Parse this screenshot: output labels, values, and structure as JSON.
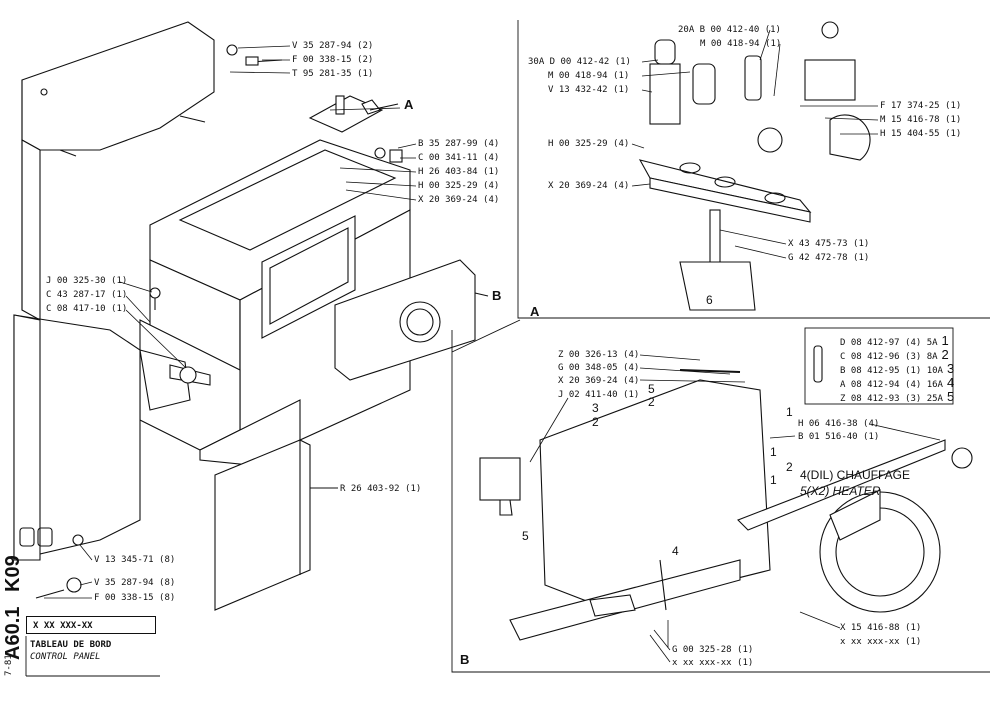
{
  "sheet": {
    "code_top": "K09",
    "code_bottom": "A60.1",
    "date": "7-81",
    "ref": "X XX XXX-XX",
    "title_fr": "TABLEAU DE BORD",
    "title_en": "CONTROL PANEL"
  },
  "main_view": {
    "callouts": [
      "V 35 287-94 (2)",
      "F 00 338-15 (2)",
      "T 95 281-35 (1)",
      "B 35 287-99 (4)",
      "C 00 341-11 (4)",
      "H 26 403-84 (1)",
      "H 00 325-29 (4)",
      "X 20 369-24 (4)",
      "J 00 325-30 (1)",
      "C 43 287-17 (1)",
      "C 08 417-10 (1)",
      "R 26 403-92 (1)",
      "V 13 345-71 (8)",
      "V 35 287-94 (8)",
      "F 00 338-15 (8)"
    ],
    "view_tags": [
      "A",
      "B"
    ]
  },
  "detail_a": {
    "tag": "A",
    "callouts_left": [
      "20A B 00 412-40 (1)",
      "M 00 418-94 (1)",
      "30A D 00 412-42 (1)",
      "M 00 418-94 (1)",
      "V 13 432-42 (1)",
      "H 00 325-29 (4)",
      "X 20 369-24 (4)"
    ],
    "callouts_right": [
      "F 17 374-25 (1)",
      "M 15 416-78 (1)",
      "H 15 404-55 (1)",
      "X 43 475-73 (1)",
      "G 42 472-78 (1)"
    ],
    "connector_no": "6"
  },
  "fuses": [
    {
      "ref": "D 08 412-97 (4) 5A",
      "n": "1"
    },
    {
      "ref": "C 08 412-96 (3) 8A",
      "n": "2"
    },
    {
      "ref": "B 08 412-95 (1) 10A",
      "n": "3"
    },
    {
      "ref": "A 08 412-94 (4) 16A",
      "n": "4"
    },
    {
      "ref": "Z 08 412-93 (3) 25A",
      "n": "5"
    }
  ],
  "detail_b": {
    "tag": "B",
    "callouts": [
      "Z 00 326-13 (4)",
      "G 00 348-05 (4)",
      "X 20 369-24 (4)",
      "J 02 411-40 (1)",
      "H 06 416-38 (4)",
      "B 01 516-40 (1)",
      "X 15 416-88 (1)",
      "x xx xxx-xx (1)",
      "G 00 325-28 (1)",
      "x xx xxx-xx (1)"
    ],
    "legend_4": "4(DIL) CHAUFFAGE",
    "legend_5": "5(X2) HEATER",
    "item_numbers": [
      "5",
      "2",
      "3",
      "2",
      "1",
      "1",
      "2",
      "1",
      "5",
      "4"
    ]
  },
  "colors": {
    "ink": "#111111",
    "paper": "#ffffff"
  }
}
